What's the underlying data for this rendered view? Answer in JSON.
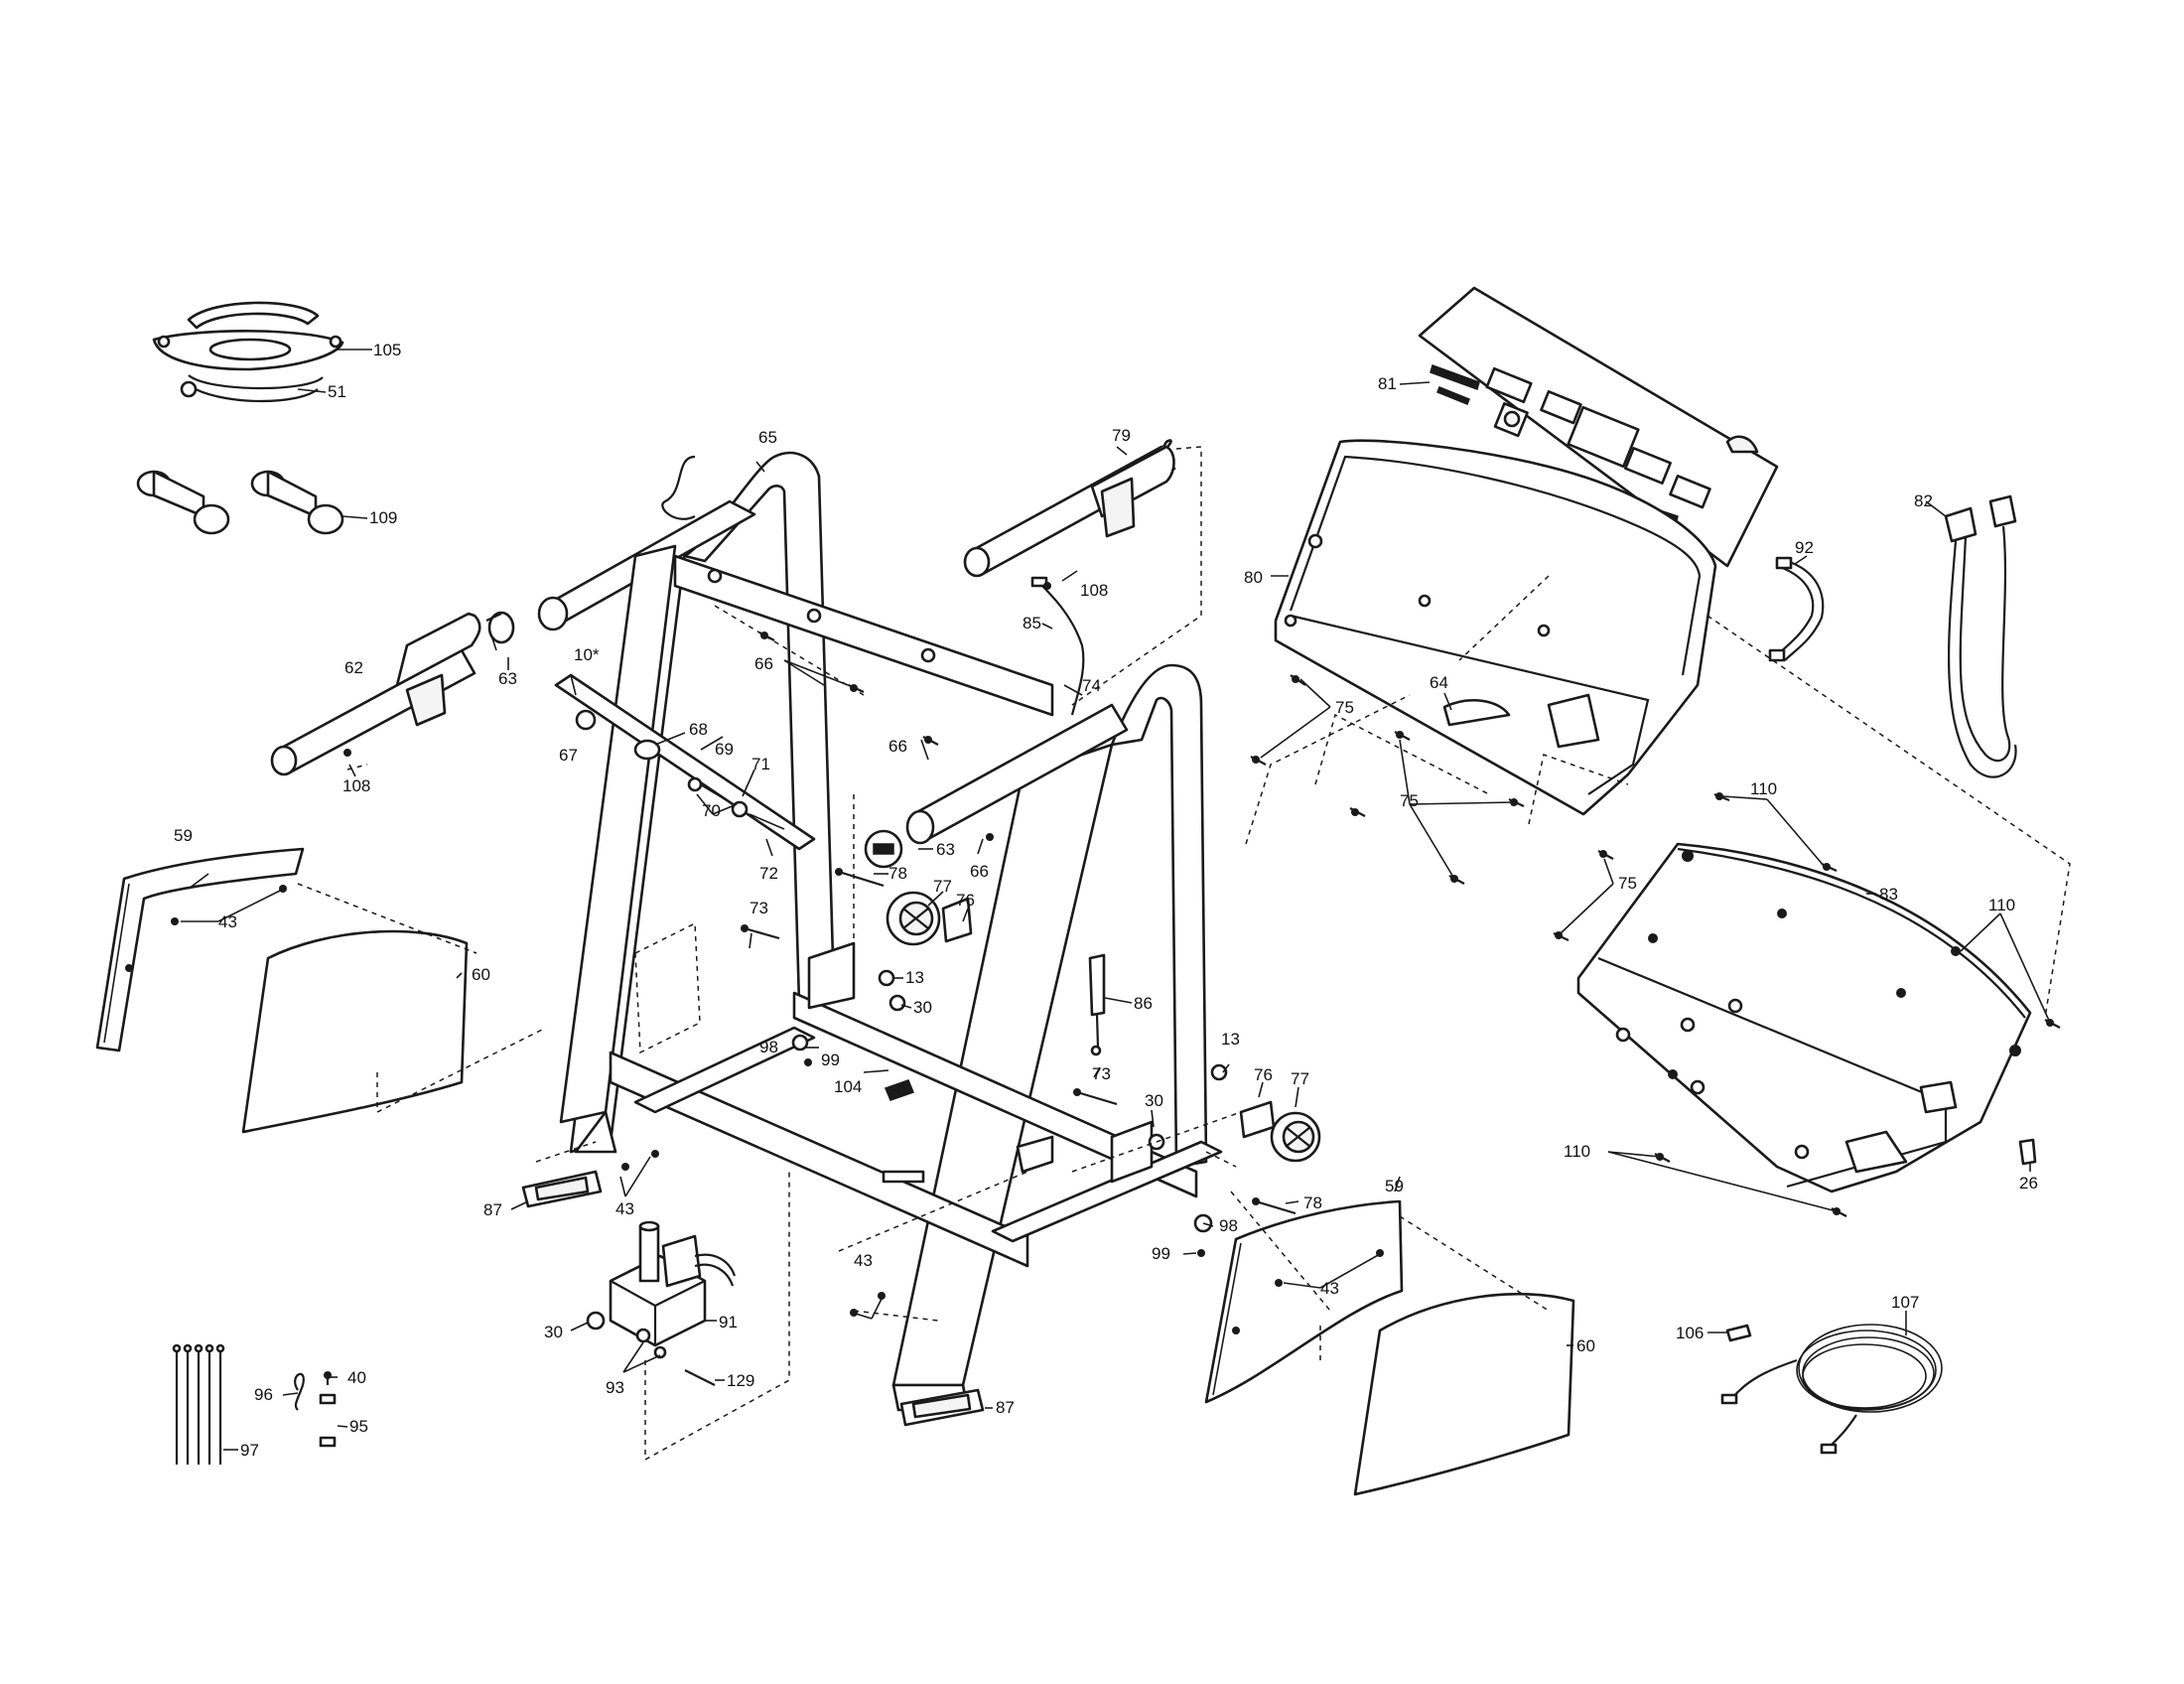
{
  "callouts": [
    {
      "id": "105"
    },
    {
      "id": "51"
    },
    {
      "id": "109"
    },
    {
      "id": "65"
    },
    {
      "id": "79"
    },
    {
      "id": "108"
    },
    {
      "id": "85"
    },
    {
      "id": "63"
    },
    {
      "id": "62"
    },
    {
      "id": "108"
    },
    {
      "id": "10*"
    },
    {
      "id": "66"
    },
    {
      "id": "74"
    },
    {
      "id": "66"
    },
    {
      "id": "67"
    },
    {
      "id": "68"
    },
    {
      "id": "69"
    },
    {
      "id": "71"
    },
    {
      "id": "70"
    },
    {
      "id": "72"
    },
    {
      "id": "63"
    },
    {
      "id": "66"
    },
    {
      "id": "78"
    },
    {
      "id": "77"
    },
    {
      "id": "76"
    },
    {
      "id": "73"
    },
    {
      "id": "13"
    },
    {
      "id": "30"
    },
    {
      "id": "59"
    },
    {
      "id": "43"
    },
    {
      "id": "60"
    },
    {
      "id": "98"
    },
    {
      "id": "99"
    },
    {
      "id": "104"
    },
    {
      "id": "86"
    },
    {
      "id": "13"
    },
    {
      "id": "73"
    },
    {
      "id": "76"
    },
    {
      "id": "77"
    },
    {
      "id": "30"
    },
    {
      "id": "78"
    },
    {
      "id": "87"
    },
    {
      "id": "43"
    },
    {
      "id": "98"
    },
    {
      "id": "99"
    },
    {
      "id": "59"
    },
    {
      "id": "43"
    },
    {
      "id": "60"
    },
    {
      "id": "30"
    },
    {
      "id": "91"
    },
    {
      "id": "93"
    },
    {
      "id": "129"
    },
    {
      "id": "43"
    },
    {
      "id": "87"
    },
    {
      "id": "40"
    },
    {
      "id": "96"
    },
    {
      "id": "95"
    },
    {
      "id": "97"
    },
    {
      "id": "81"
    },
    {
      "id": "80"
    },
    {
      "id": "82"
    },
    {
      "id": "92"
    },
    {
      "id": "75"
    },
    {
      "id": "64"
    },
    {
      "id": "75"
    },
    {
      "id": "75"
    },
    {
      "id": "110"
    },
    {
      "id": "83"
    },
    {
      "id": "110"
    },
    {
      "id": "110"
    },
    {
      "id": "26"
    },
    {
      "id": "106"
    },
    {
      "id": "107"
    }
  ]
}
